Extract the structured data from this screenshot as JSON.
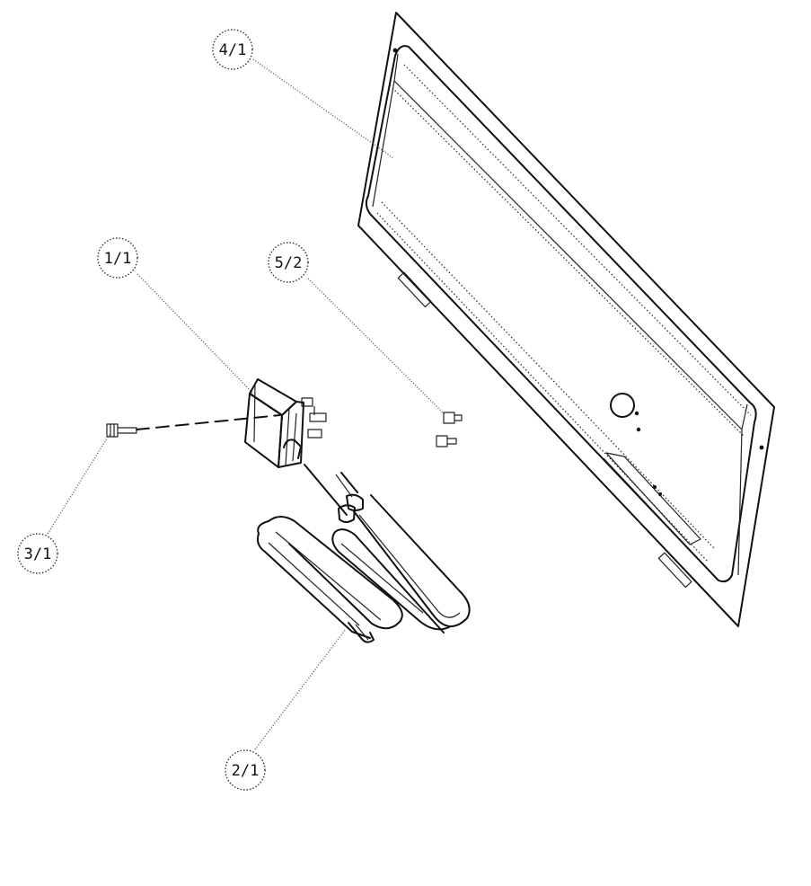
{
  "callouts": {
    "c41": "4/1",
    "c11": "1/1",
    "c52": "5/2",
    "c31": "3/1",
    "c21": "2/1"
  }
}
